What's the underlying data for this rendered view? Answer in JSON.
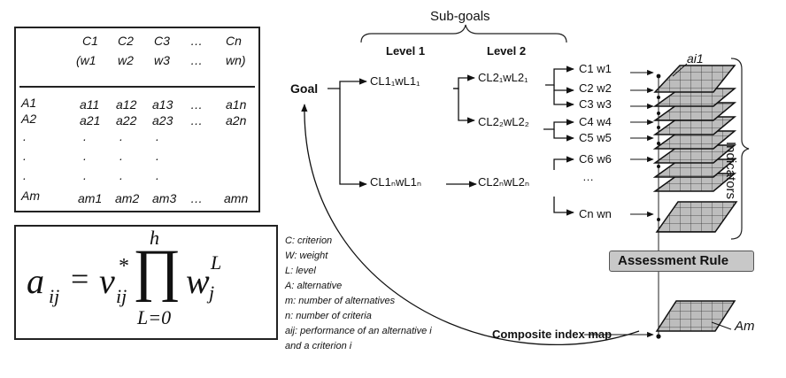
{
  "matrix": {
    "criteria": [
      "C1",
      "C2",
      "C3",
      "…",
      "Cn"
    ],
    "weights": [
      "(w1",
      "w2",
      "w3",
      "…",
      "wn)"
    ],
    "alternatives": [
      "A1",
      "A2",
      ".",
      ".",
      ".",
      "Am"
    ],
    "rows": [
      [
        "a11",
        "a12",
        "a13",
        "…",
        "a1n"
      ],
      [
        "a21",
        "a22",
        "a23",
        "…",
        "a2n"
      ],
      [
        ".",
        ".",
        ".",
        "",
        ""
      ],
      [
        ".",
        ".",
        ".",
        "",
        ""
      ],
      [
        ".",
        ".",
        ".",
        "",
        ""
      ],
      [
        "am1",
        "am2",
        "am3",
        "…",
        "amn"
      ]
    ]
  },
  "formula": {
    "lhs": "a",
    "lhs_sub": "ij",
    "eq": "=",
    "v": "v",
    "v_sup": "*",
    "v_sub": "ij",
    "prod": "∏",
    "prod_top": "h",
    "prod_bottom": "L=0",
    "w": "w",
    "w_sup": "L",
    "w_sub": "j"
  },
  "legend": [
    "C: criterion",
    "W: weight",
    "L: level",
    "A: alternative",
    "m: number of alternatives",
    "n: number of criteria",
    "aij: performance of an alternative i",
    "and a criterion i"
  ],
  "diagram": {
    "subgoals": "Sub-goals",
    "level1": "Level 1",
    "level2": "Level 2",
    "goal": "Goal",
    "l1_top": "CL1₁wL1₁",
    "l1_bottom": "CL1ₙwL1ₙ",
    "l2_top": "CL2₁wL2₁",
    "l2_mid": "CL2₂wL2₂",
    "l2_bottom": "CL2ₙwL2ₙ",
    "indicators": [
      "C1 w1",
      "C2 w2",
      "C3 w3",
      "C4 w4",
      "C5 w5",
      "C6 w6",
      "…",
      "Cn wn"
    ],
    "indicators_label": "Indicators",
    "assessment_rule": "Assessment Rule",
    "composite": "Composite index map",
    "ai1": "ai1",
    "am": "Am"
  }
}
